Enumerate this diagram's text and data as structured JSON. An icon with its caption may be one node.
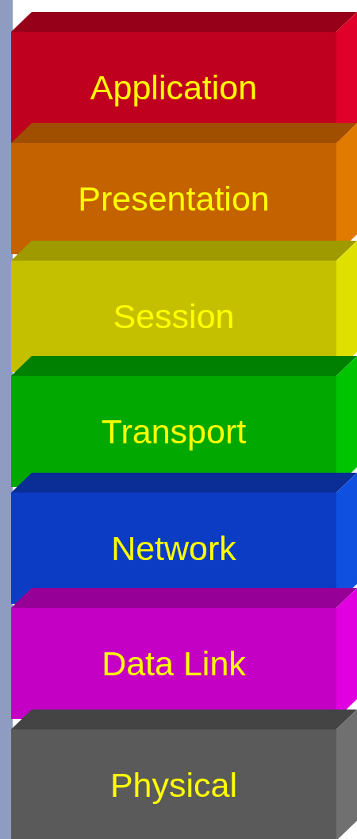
{
  "diagram": {
    "nodes": [
      {
        "text": [
          "Application"
        ]
      },
      {
        "text": [
          "Presentation"
        ]
      },
      {
        "text": [
          "Session"
        ]
      },
      {
        "text": [
          "Transport"
        ]
      },
      {
        "text": [
          "Network"
        ]
      },
      {
        "text": [
          "Data Link"
        ]
      },
      {
        "text": [
          "Physical"
        ]
      }
    ]
  }
}
